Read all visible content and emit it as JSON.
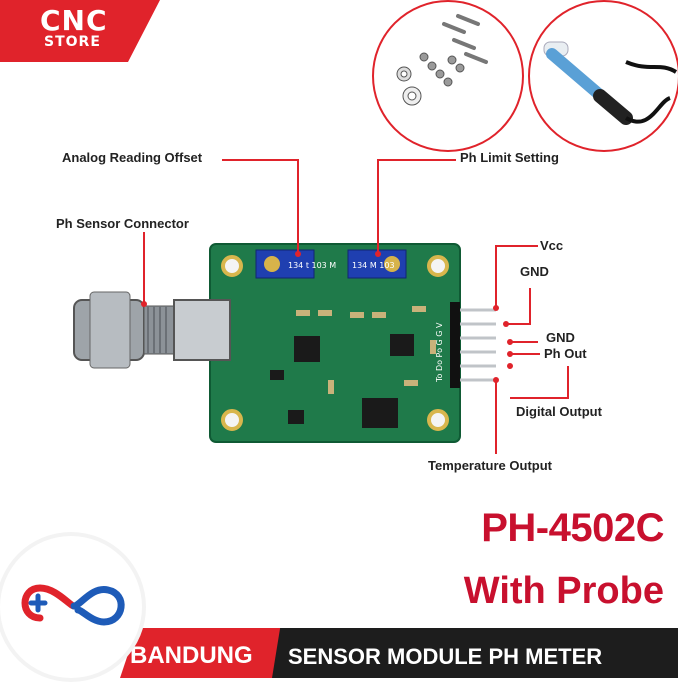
{
  "brand": {
    "line1": "CNC",
    "line2": "STORE"
  },
  "callouts": {
    "analog_offset": "Analog Reading Offset",
    "ph_limit": "Ph Limit Setting",
    "ph_connector": "Ph Sensor Connector",
    "vcc": "Vcc",
    "gnd1": "GND",
    "gnd2": "GND",
    "ph_out": "Ph Out",
    "digital_output": "Digital Output",
    "temperature_output": "Temperature Output"
  },
  "board_silk": {
    "pins": "To Do Po G G V",
    "pot1": "134 t 103 M",
    "pot2": "134 M 103"
  },
  "product": {
    "model": "PH-4502C",
    "subtitle": "With Probe"
  },
  "bottom_bar": {
    "city": "BANDUNG",
    "tagline": "SENSOR MODULE PH METER"
  },
  "colors": {
    "accent": "#e0232b",
    "title": "#c8102e",
    "pcb": "#1f7a4a",
    "bar_dark": "#1d1d1d"
  }
}
